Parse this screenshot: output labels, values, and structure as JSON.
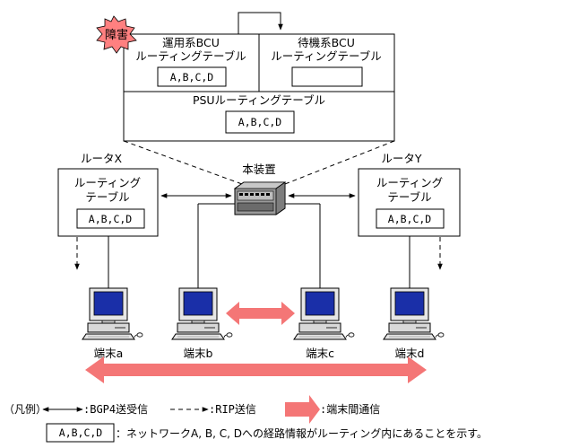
{
  "badge": {
    "label": "障害",
    "color": "#ff8080"
  },
  "bcu_active": {
    "title": "運用系BCU",
    "subtitle": "ルーティングテーブル",
    "routes": "A,B,C,D"
  },
  "bcu_standby": {
    "title": "待機系BCU",
    "subtitle": "ルーティングテーブル",
    "routes": ""
  },
  "psu": {
    "title": "PSUルーティングテーブル",
    "routes": "A,B,C,D"
  },
  "device": {
    "label": "本装置"
  },
  "router_x": {
    "title": "ルータX",
    "line1": "ルーティング",
    "line2": "テーブル",
    "routes": "A,B,C,D"
  },
  "router_y": {
    "title": "ルータY",
    "line1": "ルーティング",
    "line2": "テーブル",
    "routes": "A,B,C,D"
  },
  "terminals": [
    {
      "label": "端末a"
    },
    {
      "label": "端末b"
    },
    {
      "label": "端末c"
    },
    {
      "label": "端末d"
    }
  ],
  "legend": {
    "prefix": "（凡例）",
    "bgp": ":BGP4送受信",
    "rip": ":RIP送信",
    "term": ":端末間通信",
    "box_sample": "A,B,C,D",
    "box_desc": "：ネットワークA, B, C, Dへの経路情報がルーティング内にあることを示す。"
  },
  "colors": {
    "thick_arrow": "#f47676",
    "screen": "#1a2fa8"
  }
}
